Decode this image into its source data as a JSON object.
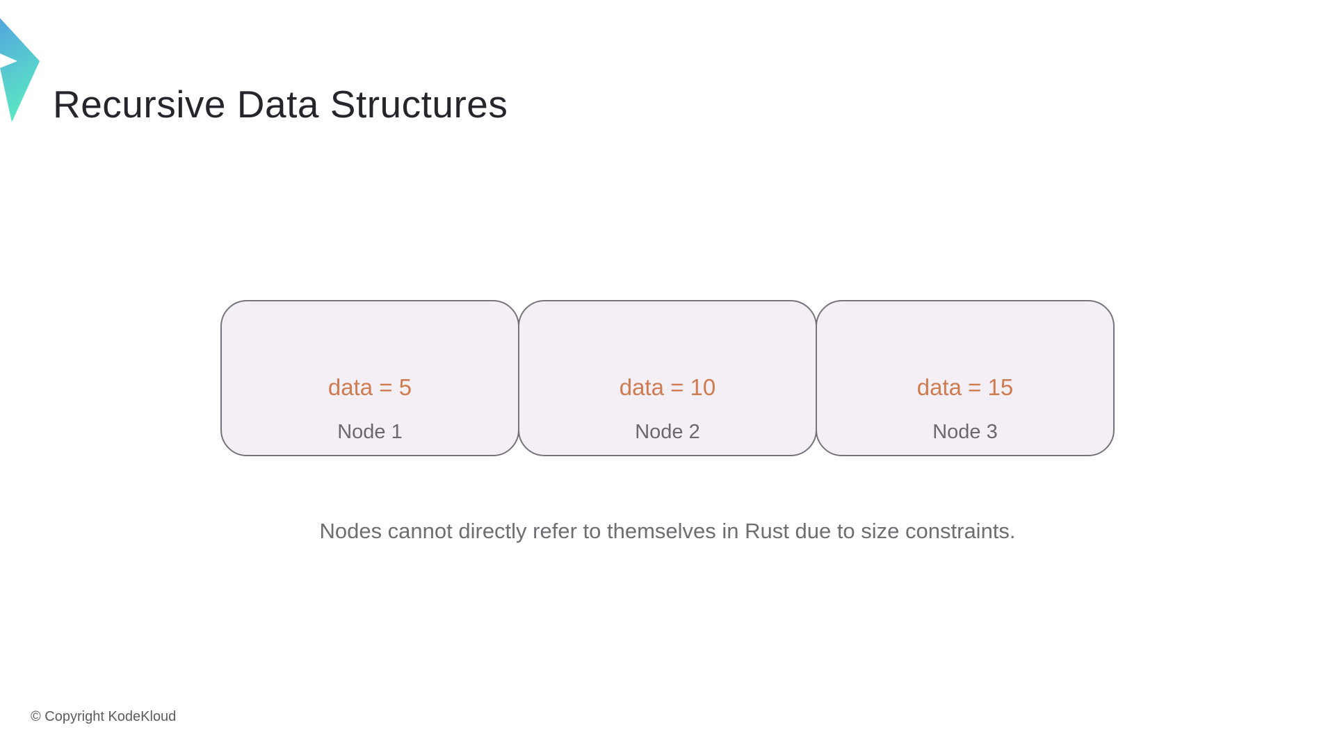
{
  "slide": {
    "title": "Recursive Data Structures",
    "caption": "Nodes cannot directly refer to themselves in Rust due to size constraints.",
    "copyright": "© Copyright KodeKloud"
  },
  "nodes": [
    {
      "data_label": "data = 5",
      "name_label": "Node 1"
    },
    {
      "data_label": "data = 10",
      "name_label": "Node 2"
    },
    {
      "data_label": "data = 15",
      "name_label": "Node 3"
    }
  ],
  "icons": {
    "logo": "kodekloud-chevron-logo"
  },
  "colors": {
    "title_text": "#25262b",
    "data_text": "#ce7b50",
    "node_text": "#6b676d",
    "caption_text": "#6f6c72",
    "copyright_text": "#5e5a5e",
    "box_background": "#f4eff5",
    "box_border": "#77737b",
    "logo_gradient_top": "#53a6de",
    "logo_gradient_bottom": "#5be7c4",
    "page_background": "#ffffff"
  }
}
